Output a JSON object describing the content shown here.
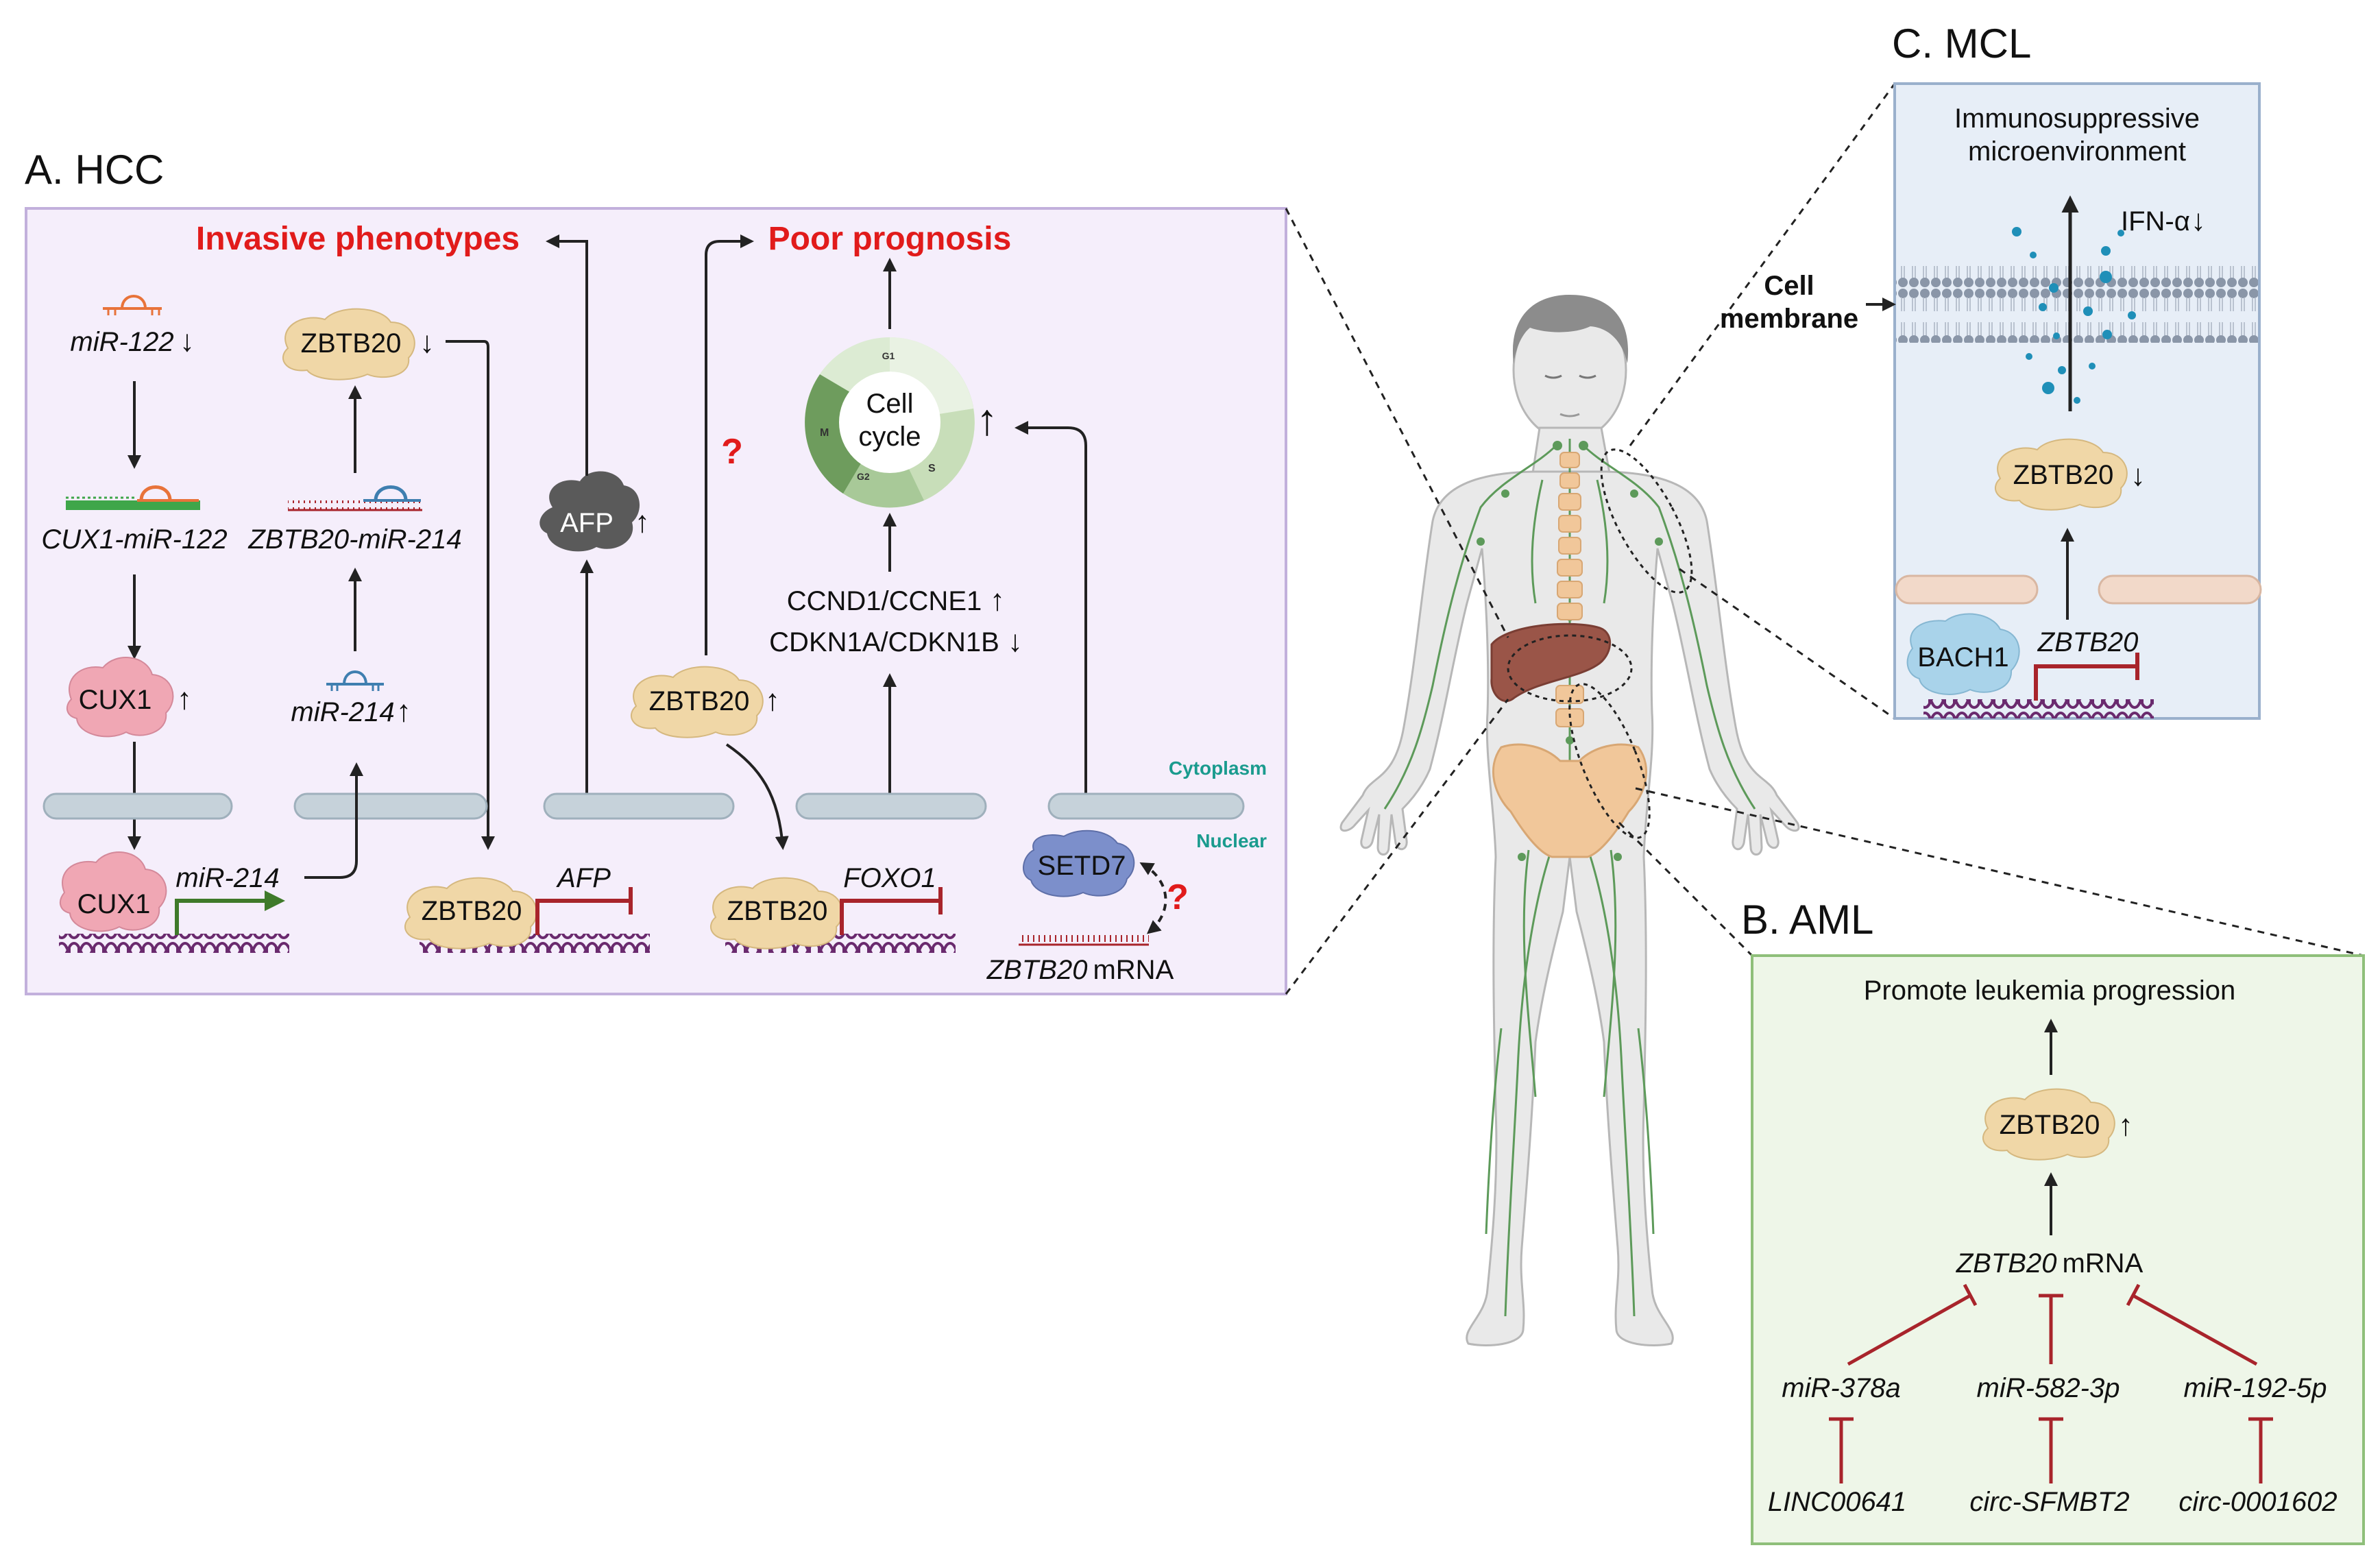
{
  "panels": {
    "hcc": {
      "title": "A. HCC",
      "outcome_left": "Invasive phenotypes",
      "outcome_right": "Poor prognosis",
      "mir122": "miR-122",
      "zbtb20_top": "ZBTB20",
      "cux1_mir122": "CUX1-miR-122",
      "zbtb20_mir214": "ZBTB20-miR-214",
      "afp_protein": "AFP",
      "question_mark": "?",
      "cell_cycle_line1": "Cell",
      "cell_cycle_line2": "cycle",
      "phase_g1": "G1",
      "phase_s": "S",
      "phase_g2": "G2",
      "phase_m": "M",
      "ccnd_line": "CCND1/CCNE1",
      "cdkn_line": "CDKN1A/CDKN1B",
      "cux1_protein": "CUX1",
      "mir214": "miR-214",
      "zbtb20_mid": "ZBTB20",
      "cytoplasm_label": "Cytoplasm",
      "nuclear_label": "Nuclear",
      "cux1_dna": "CUX1",
      "mir214_gene": "miR-214",
      "zbtb20_afp": "ZBTB20",
      "afp_gene": "AFP",
      "zbtb20_foxo": "ZBTB20",
      "foxo1_gene": "FOXO1",
      "setd7": "SETD7",
      "zbtb20_mrna_gene": "ZBTB20",
      "mrna_word": "mRNA"
    },
    "aml": {
      "title": "B. AML",
      "outcome": "Promote leukemia progression",
      "zbtb20": "ZBTB20",
      "mrna_gene": "ZBTB20",
      "mrna_word": "mRNA",
      "mirnas": [
        "miR-378a",
        "miR-582-3p",
        "miR-192-5p"
      ],
      "sponges": [
        "LINC00641",
        "circ-SFMBT2",
        "circ-0001602"
      ]
    },
    "mcl": {
      "title": "C. MCL",
      "env_line1": "Immunosuppressive",
      "env_line2": "microenvironment",
      "ifn": "IFN-α",
      "membrane_line1": "Cell",
      "membrane_line2": "membrane",
      "zbtb20": "ZBTB20",
      "bach1": "BACH1",
      "zbtb20_gene": "ZBTB20"
    }
  },
  "arrows": {
    "up": "↑",
    "down": "↓"
  },
  "colors": {
    "hcc_bg": "#f5eefb",
    "hcc_border": "#c2b0dc",
    "mcl_bg": "#e7eef7",
    "mcl_border": "#9ab0cc",
    "aml_bg": "#eef6e8",
    "aml_border": "#8fbf7a",
    "outcome_red": "#e11b1b",
    "inhibit_red": "#a8242b",
    "zbtb20_fill": "#f0d7a7",
    "cux1_fill": "#f0a7b4",
    "afp_fill": "#5a5a5a",
    "setd7_fill": "#7c8fcb",
    "bach1_fill": "#a9d3ea",
    "dna_purple": "#6a2a6e",
    "membrane_grey": "#b7c6cf",
    "label_teal": "#1a9b8e",
    "lymph_green": "#5d9a5a",
    "liver_brown": "#9a5548"
  }
}
